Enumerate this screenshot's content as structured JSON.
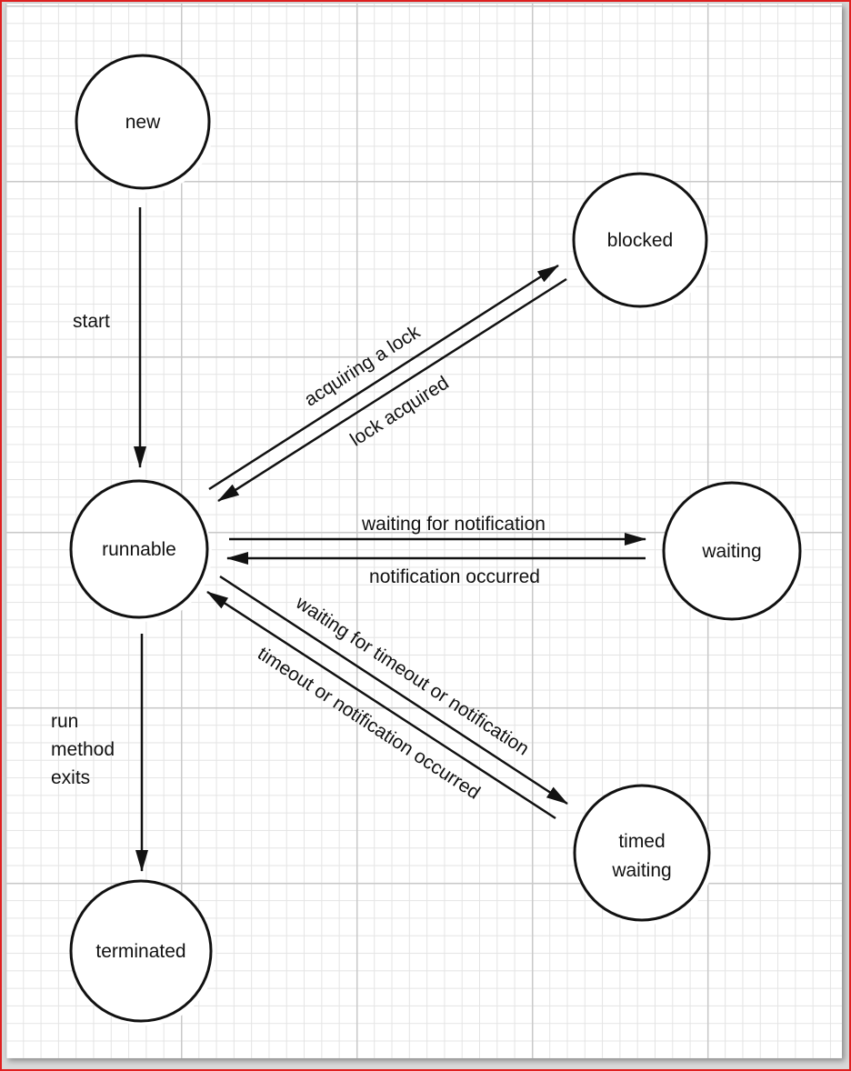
{
  "states": {
    "new": "new",
    "blocked": "blocked",
    "runnable": "runnable",
    "waiting": "waiting",
    "timed_waiting_line1": "timed",
    "timed_waiting_line2": "waiting",
    "terminated": "terminated"
  },
  "transitions": {
    "start": "start",
    "acquiring_a_lock": "acquiring a lock",
    "lock_acquired": "lock acquired",
    "waiting_for_notification": "waiting for notification",
    "notification_occurred": "notification occurred",
    "waiting_for_timeout_or_notification": "waiting for timeout or notification",
    "timeout_or_notification_occurred": "timeout or notification occurred",
    "run_method_exits_line1": "run",
    "run_method_exits_line2": "method",
    "run_method_exits_line3": "exits"
  },
  "colors": {
    "frame_border": "#e02020",
    "ink": "#111111",
    "grid_major": "#c9c9c9",
    "grid_minor": "#e4e4e4"
  }
}
